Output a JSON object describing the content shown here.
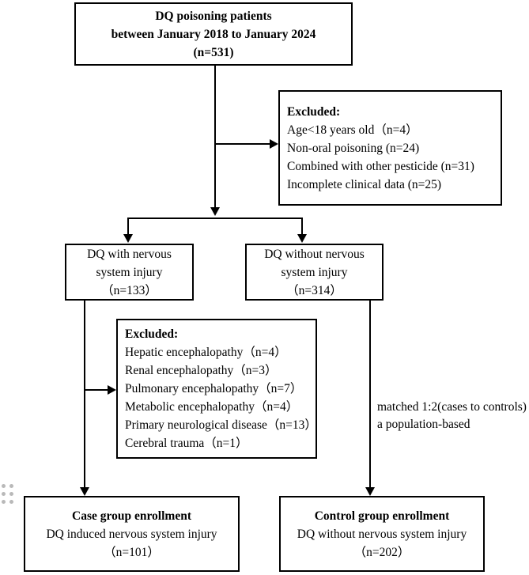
{
  "figure": {
    "type": "flowchart",
    "title": "DQ poisoning patient enrollment flow"
  },
  "nodes": {
    "source_cohort": {
      "lines": [
        "DQ poisoning patients",
        "between January 2018 to January 2024",
        "(n=531)"
      ]
    },
    "exclusion_primary": {
      "heading": "Excluded:",
      "lines": [
        "Age<18 years old（n=4）",
        "Non-oral poisoning (n=24)",
        "Combined with other pesticide (n=31)",
        "Incomplete clinical data (n=25)"
      ]
    },
    "with_injury": {
      "lines": [
        "DQ with nervous",
        "system injury",
        "（n=133）"
      ]
    },
    "without_injury": {
      "lines": [
        "DQ without nervous",
        "system injury",
        "（n=314）"
      ]
    },
    "exclusion_secondary": {
      "heading": "Excluded:",
      "lines": [
        "Hepatic encephalopathy（n=4）",
        "Renal encephalopathy（n=3）",
        "Pulmonary encephalopathy（n=7）",
        "Metabolic encephalopathy（n=4）",
        "Primary neurological disease（n=13）",
        "Cerebral trauma（n=1）"
      ]
    },
    "case_group": {
      "title": "Case group enrollment",
      "lines": [
        "DQ induced nervous system injury",
        "（n=101）"
      ]
    },
    "control_group": {
      "title": "Control group enrollment",
      "lines": [
        "DQ without nervous system injury",
        "（n=202）"
      ]
    }
  },
  "annotations": {
    "matching": [
      "matched 1:2(cases to controls)",
      "a population-based"
    ]
  },
  "counts": {
    "screened": 531,
    "excluded_age_under_18": 4,
    "excluded_non_oral": 24,
    "excluded_combined_pesticide": 31,
    "excluded_incomplete_data": 25,
    "with_nervous_system_injury": 133,
    "without_nervous_system_injury": 314,
    "excluded_hepatic_encephalopathy": 4,
    "excluded_renal_encephalopathy": 3,
    "excluded_pulmonary_encephalopathy": 7,
    "excluded_metabolic_encephalopathy": 4,
    "excluded_primary_neurological_disease": 13,
    "excluded_cerebral_trauma": 1,
    "case_group_enrolled": 101,
    "control_group_enrolled": 202
  },
  "colors": {
    "stroke": "#000000",
    "background": "#ffffff",
    "grip": "#b9b9b9"
  }
}
